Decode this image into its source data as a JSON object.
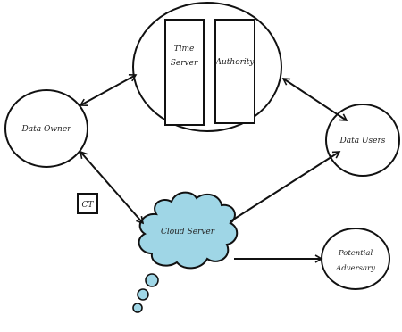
{
  "nodes": {
    "data_owner": "Data Owner",
    "time_server": [
      "Time",
      "Server"
    ],
    "authority": "Authority",
    "data_users": "Data Users",
    "cloud_server": "Cloud Server",
    "potential_adversary": [
      "Potential",
      "Adversary"
    ]
  },
  "ct_label": "CT",
  "colors": {
    "cloud_fill": "#9fd6e6",
    "stroke": "#111111"
  }
}
